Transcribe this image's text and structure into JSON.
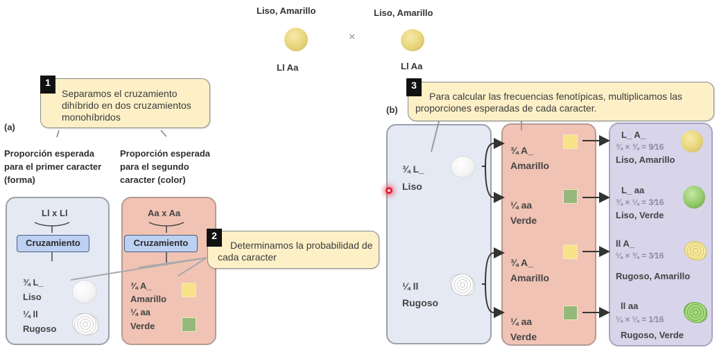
{
  "parents": {
    "left": {
      "phenotype": "Liso, Amarillo",
      "genotype": "Ll Aa"
    },
    "cross_symbol": "×",
    "right": {
      "phenotype": "Liso, Amarillo",
      "genotype": "Ll Aa"
    }
  },
  "callouts": [
    {
      "number": "1",
      "text": "Separamos el cruzamiento dihíbrido en dos cruzamientos monohíbridos"
    },
    {
      "number": "2",
      "text": "Determinamos la probabilidad de cada caracter"
    },
    {
      "number": "3",
      "text": "Para calcular las frecuencias fenotípicas, multiplicamos las proporciones esperadas de cada caracter."
    }
  ],
  "section_a": {
    "label": "(a)",
    "shape_header": "Proporción esperada para el primer caracter (forma)",
    "color_header": "Proporción esperada para el segundo caracter (color)",
    "shape_panel": {
      "cross": "Ll x Ll",
      "button": "Cruzamiento",
      "results": [
        {
          "fraction": "¾ L_",
          "phenotype": "Liso"
        },
        {
          "fraction": "¼ ll",
          "phenotype": "Rugoso"
        }
      ]
    },
    "color_panel": {
      "cross": "Aa x Aa",
      "button": "Cruzamiento",
      "results": [
        {
          "fraction": "¾ A_",
          "phenotype": "Amarillo",
          "swatch": "#f8e28a"
        },
        {
          "fraction": "¼ aa",
          "phenotype": "Verde",
          "swatch": "#95b97c"
        }
      ]
    }
  },
  "section_b": {
    "label": "(b)",
    "shape": [
      {
        "fraction": "¾ L_",
        "phenotype": "Liso"
      },
      {
        "fraction": "¼ ll",
        "phenotype": "Rugoso"
      }
    ],
    "color": [
      {
        "fraction": "¾ A_",
        "phenotype": "Amarillo"
      },
      {
        "fraction": "¼ aa",
        "phenotype": "Verde"
      },
      {
        "fraction": "¾ A_",
        "phenotype": "Amarillo"
      },
      {
        "fraction": "¼ aa",
        "phenotype": "Verde"
      }
    ],
    "results": [
      {
        "genotype": "L_ A_",
        "calc": "¾ × ¾ = 9⁄16",
        "phenotype": "Liso, Amarillo"
      },
      {
        "genotype": "L_ aa",
        "calc": "¾ × ¼ = 3⁄16",
        "phenotype": "Liso, Verde"
      },
      {
        "genotype": "ll A_",
        "calc": "¼ × ¾ = 3⁄16",
        "phenotype": "Rugoso, Amarillo"
      },
      {
        "genotype": "ll aa",
        "calc": "¼ × ¼ = 1⁄16",
        "phenotype": "Rugoso, Verde"
      }
    ]
  },
  "colors": {
    "callout_bg": "#fdf0c7",
    "blue_panel": "#e4e9f3",
    "pink_panel": "#f0c3b4",
    "lavender_panel": "#d8d4ea",
    "button_bg": "#bcd0f2",
    "yellow": "#f8e28a",
    "green": "#95b97c"
  }
}
